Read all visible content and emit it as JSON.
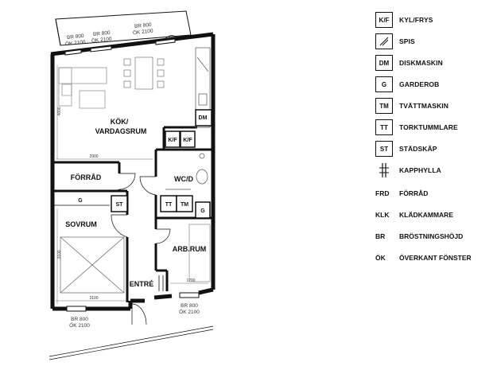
{
  "rooms": {
    "kitchen_line1": "KÖK/",
    "kitchen_line2": "VARDAGSRUM",
    "storage": "FÖRRÅD",
    "bedroom": "SOVRUM",
    "wc": "WC/D",
    "office": "ARB.RUM",
    "entrance": "ENTRÉ"
  },
  "fixtures": {
    "dm": "DM",
    "kf": "K/F",
    "tt": "TT",
    "tm": "TM",
    "g": "G",
    "st": "ST"
  },
  "windows": {
    "balcony_left": [
      "BR 800",
      "ÖK 2100"
    ],
    "balcony_mid": [
      "BR 800",
      "ÖK 2100"
    ],
    "balcony_right": [
      "BR 800",
      "ÖK 2100"
    ],
    "bottom_left": [
      "BR 800",
      "ÖK 2100"
    ],
    "bottom_right": [
      "BR 800",
      "ÖK 2100"
    ]
  },
  "dimensions": {
    "kitchen_width": "2900",
    "bedroom_width": "3100",
    "office_width": "1700",
    "kitchen_depth": "4800",
    "bedroom_depth": "3100"
  },
  "legend": [
    {
      "code": "K/F",
      "text": "KYL/FRYS",
      "icon": "text"
    },
    {
      "code": "",
      "text": "SPIS",
      "icon": "stove-icon"
    },
    {
      "code": "DM",
      "text": "DISKMASKIN",
      "icon": "text"
    },
    {
      "code": "G",
      "text": "GARDEROB",
      "icon": "text"
    },
    {
      "code": "TM",
      "text": "TVÄTTMASKIN",
      "icon": "text"
    },
    {
      "code": "TT",
      "text": "TORKTUMMLARE",
      "icon": "text"
    },
    {
      "code": "ST",
      "text": "STÄDSKÅP",
      "icon": "text"
    },
    {
      "code": "",
      "text": "KAPPHYLLA",
      "icon": "coat-rack-icon"
    }
  ],
  "abbreviations": [
    {
      "code": "FRD",
      "text": "FÖRRÅD"
    },
    {
      "code": "KLK",
      "text": "KLÄDKAMMARE"
    },
    {
      "code": "BR",
      "text": "BRÖSTNINGSHÖJD"
    },
    {
      "code": "ÖK",
      "text": "ÖVERKANT FÖNSTER"
    }
  ]
}
